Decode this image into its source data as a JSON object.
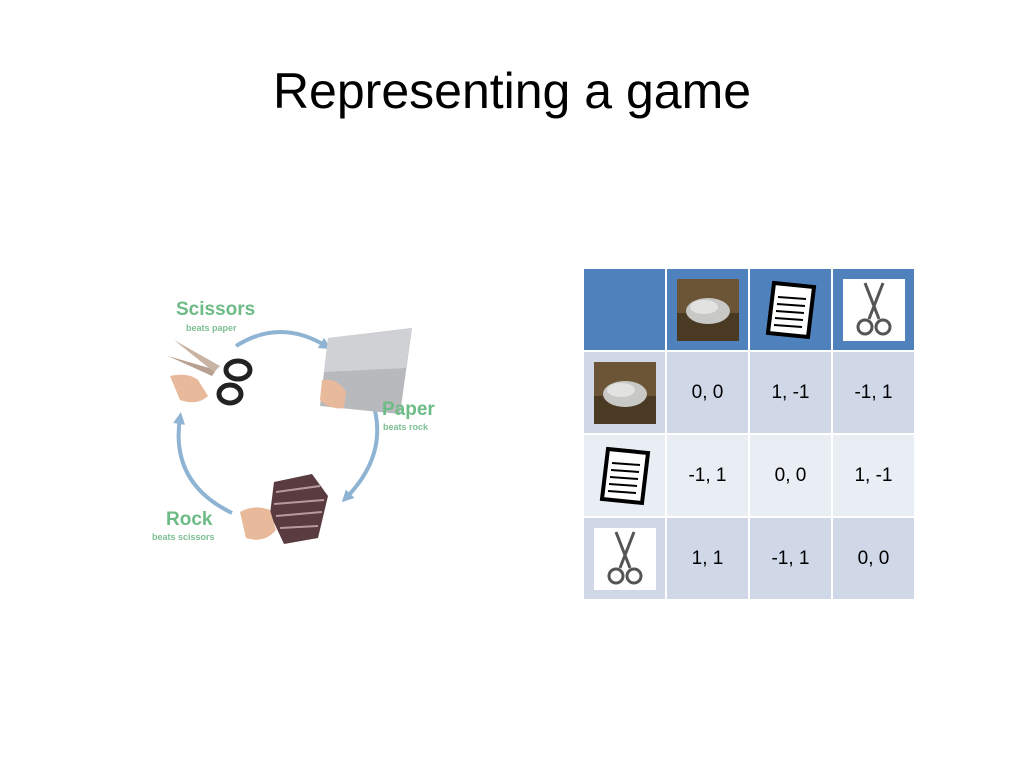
{
  "slide": {
    "title": "Representing a game"
  },
  "cycle": {
    "scissors": {
      "label": "Scissors",
      "sub": "beats paper"
    },
    "paper": {
      "label": "Paper",
      "sub": "beats rock"
    },
    "rock": {
      "label": "Rock",
      "sub": "beats scissors"
    },
    "label_color": "#6dbb86",
    "arrow_color": "#8fb4d3"
  },
  "table": {
    "header_color": "#4f81bd",
    "row_color_odd": "#d0d8e8",
    "row_color_even": "#e9edf4",
    "column_icons": [
      "rock-icon",
      "paper-icon",
      "scissors-icon"
    ],
    "row_icons": [
      "rock-icon",
      "paper-icon",
      "scissors-icon"
    ],
    "rows": [
      [
        "0, 0",
        "1, -1",
        "-1, 1"
      ],
      [
        "-1, 1",
        "0, 0",
        "1, -1"
      ],
      [
        "1, 1",
        "-1, 1",
        "0, 0"
      ]
    ]
  }
}
